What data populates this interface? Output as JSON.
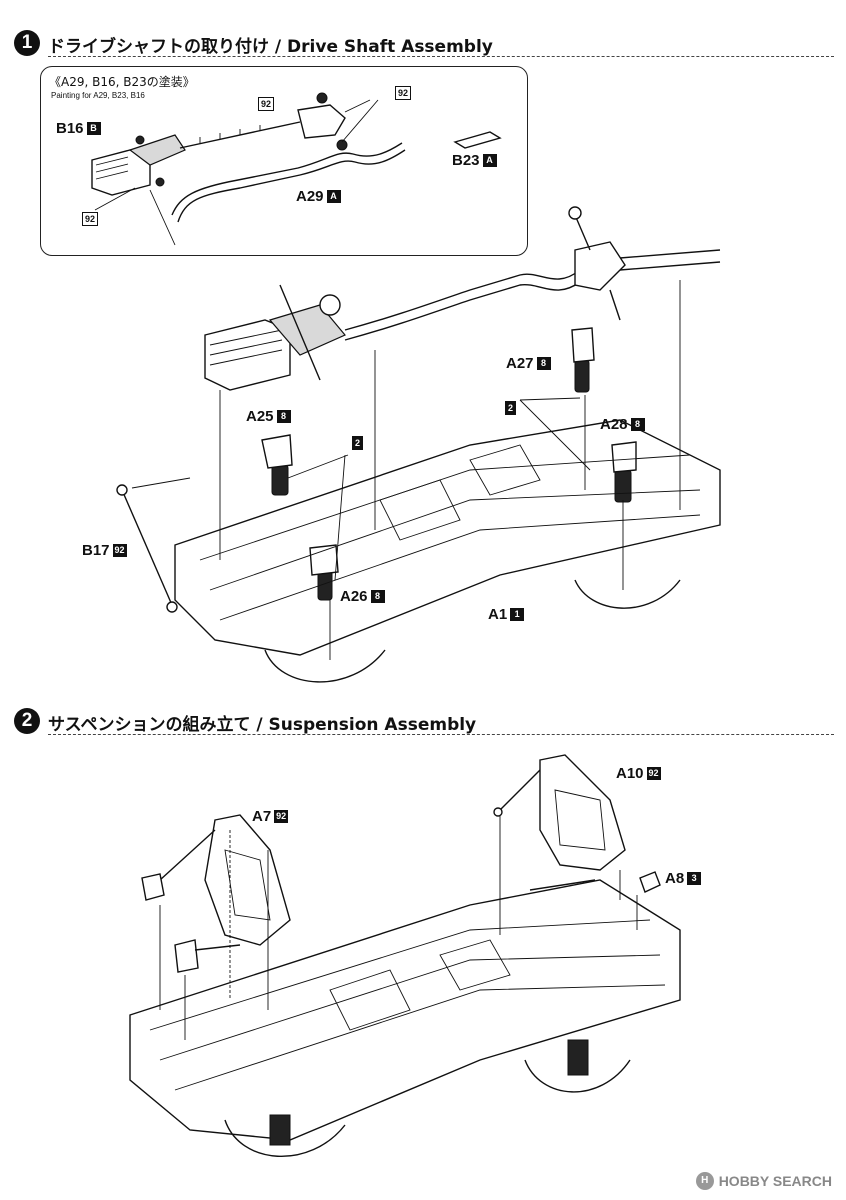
{
  "step1": {
    "number": "1",
    "title": "ドライブシャフトの取り付け / Drive Shaft Assembly",
    "inset": {
      "title": "《A29, B16, B23の塗装》",
      "subtitle": "Painting for A29, B23, B16",
      "paint_code": "92",
      "labels": [
        {
          "part": "B16",
          "badge": "B"
        },
        {
          "part": "B23",
          "badge": "A"
        },
        {
          "part": "A29",
          "badge": "A"
        }
      ]
    },
    "parts": [
      {
        "part": "A25",
        "badge": "8"
      },
      {
        "part": "A27",
        "badge": "8"
      },
      {
        "part": "A28",
        "badge": "8"
      },
      {
        "part": "A26",
        "badge": "8"
      },
      {
        "part": "B17",
        "badge": "92"
      },
      {
        "part": "A1",
        "badge": "1"
      }
    ],
    "count_tag": "2"
  },
  "step2": {
    "number": "2",
    "title": "サスペンションの組み立て / Suspension Assembly",
    "parts": [
      {
        "part": "A10",
        "badge": "92"
      },
      {
        "part": "A7",
        "badge": "92"
      },
      {
        "part": "A8",
        "badge": "3"
      }
    ]
  },
  "watermark": {
    "logo_text": "H",
    "text": "HOBBY SEARCH"
  }
}
